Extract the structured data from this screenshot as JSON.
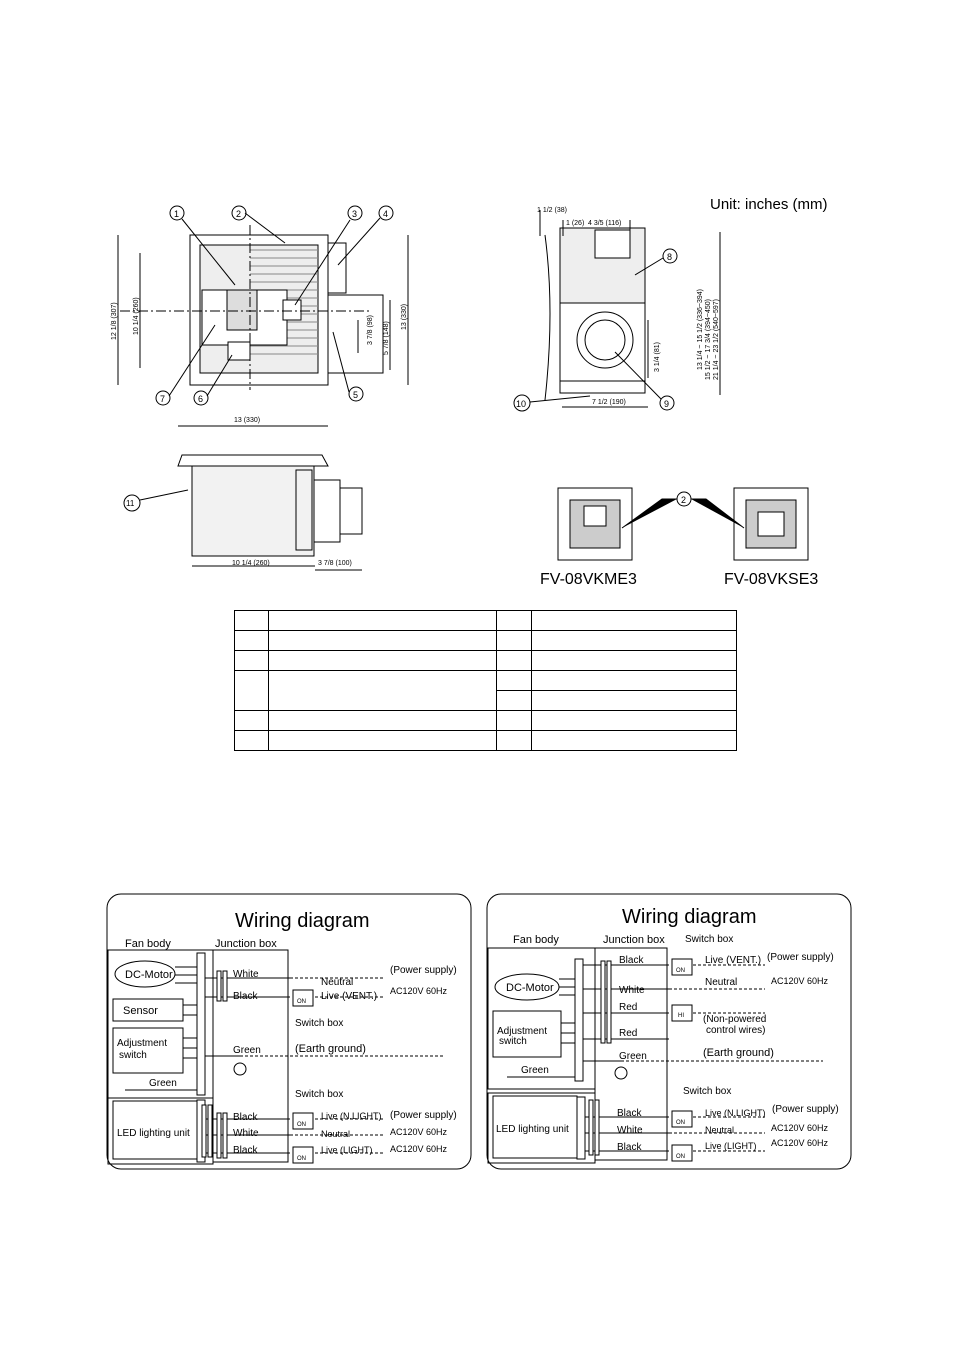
{
  "drawing": {
    "unit_label": "Unit: inches (mm)",
    "callouts": [
      "1",
      "2",
      "3",
      "4",
      "5",
      "6",
      "7",
      "8",
      "9",
      "10",
      "11"
    ],
    "top_view_dims": {
      "d1": "12 1/8 (307)",
      "d2": "10 1/4 (260)",
      "d3": "13 (330)",
      "d4": "3 7/8 (98)",
      "d5": "5 7/8 (148)"
    },
    "side_view_dims": {
      "d1": "1 1/2 (38)",
      "d2": "1 (26)",
      "d3": "4 3/5 (116)",
      "d4": "3 1/4 (81)",
      "d5": "7 1/2 (190)",
      "r1": "13 1/4 ~ 15 1/2 (336~394)",
      "r2": "15 1/2 ~ 17 3/4 (394~450)",
      "r3": "21 1/4 ~ 23 1/2 (540~597)"
    },
    "bottom_view_dims": {
      "d1": "13 (330)",
      "d2": "10 1/4 (260)",
      "d3": "3 7/8 (100)"
    },
    "models": [
      "FV-08VKME3",
      "FV-08VKSE3"
    ]
  },
  "wiring_left": {
    "title": "Wiring diagram",
    "fan_body": "Fan body",
    "junction_box": "Junction box",
    "dc_motor": "DC-Motor",
    "sensor": "Sensor",
    "adjustment_switch_1": "Adjustment",
    "adjustment_switch_2": "switch",
    "green_bottom": "Green",
    "led_unit": "LED lighting unit",
    "white": "White",
    "black": "Black",
    "neutral": "Neutral",
    "power_supply": "(Power supply)",
    "live_vent": "Live (VENT.)",
    "ac": "AC120V  60Hz",
    "switch_box": "Switch box",
    "green": "Green",
    "earth": "(Earth ground)",
    "switch_box_2": "Switch box",
    "black_2": "Black",
    "white_2": "White",
    "black_3": "Black",
    "live_nlight": "Live (N.LIGHT)",
    "power_supply_2": "(Power supply)",
    "neutral_2": "Neutral",
    "ac_2": "AC120V  60Hz",
    "live_light": "Live (LIGHT)",
    "ac_3": "AC120V  60Hz",
    "on": "ON"
  },
  "wiring_right": {
    "title": "Wiring diagram",
    "fan_body": "Fan body",
    "junction_box": "Junction box",
    "switch_box": "Switch box",
    "black": "Black",
    "live_vent": "Live (VENT.)",
    "power_supply": "(Power supply)",
    "dc_motor": "DC-Motor",
    "white": "White",
    "neutral": "Neutral",
    "ac": "AC120V  60Hz",
    "red_1": "Red",
    "non_powered_1": "(Non-powered",
    "non_powered_2": "control wires)",
    "red_2": "Red",
    "adjustment_switch_1": "Adjustment",
    "adjustment_switch_2": "switch",
    "green": "Green",
    "earth": "(Earth ground)",
    "green_bottom": "Green",
    "switch_box_2": "Switch box",
    "led_unit": "LED lighting unit",
    "black_2": "Black",
    "live_nlight": "Live (N.LIGHT)",
    "power_supply_2": "(Power supply)",
    "white_2": "White",
    "neutral_2": "Neutral",
    "ac_2": "AC120V  60Hz",
    "black_3": "Black",
    "live_light": "Live (LIGHT)",
    "ac_3": "AC120V  60Hz",
    "on": "ON",
    "hi": "HI"
  }
}
